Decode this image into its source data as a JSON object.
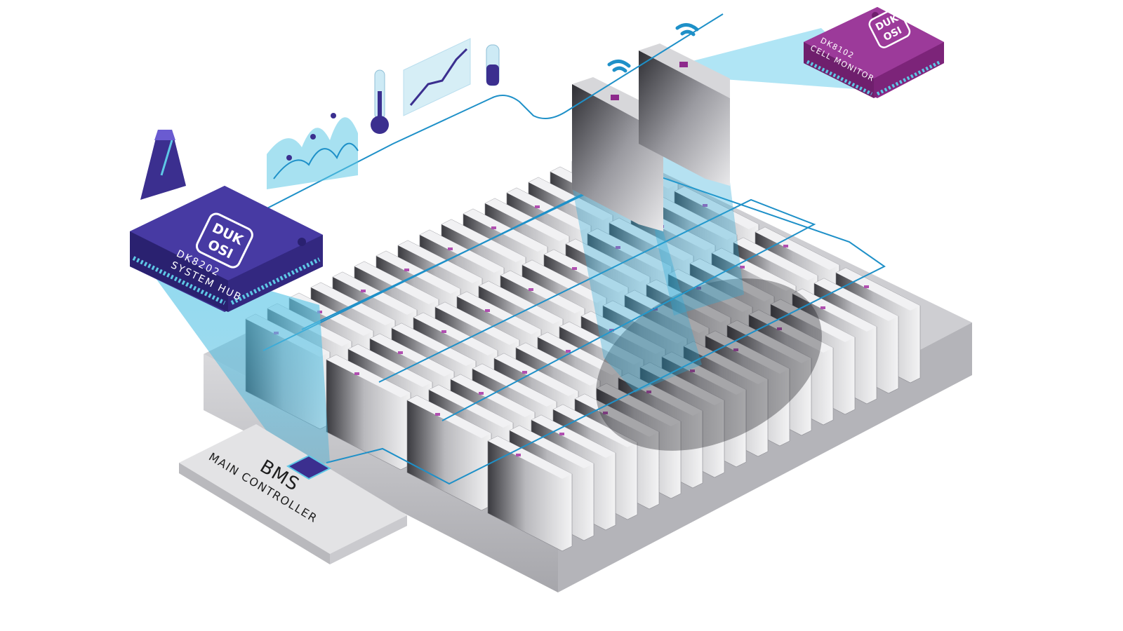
{
  "system_hub_chip": {
    "logo_line1": "DUK",
    "logo_line2": "OSI",
    "part_number": "DK8202",
    "name": "SYSTEM HUB",
    "color": "#3b2f8f"
  },
  "cell_monitor_chip": {
    "logo_line1": "DUK",
    "logo_line2": "OSI",
    "part_number": "DK8102",
    "name": "CELL MONITOR",
    "color": "#8e2a8c"
  },
  "bms_controller": {
    "title": "BMS",
    "subtitle": "MAIN CONTROLLER"
  },
  "icons": [
    "metronome-icon",
    "waveform-chart-icon",
    "thermometer-icon",
    "line-graph-icon",
    "battery-level-icon",
    "wireless-signal-icon"
  ],
  "colors": {
    "connection_line": "#1e90c8",
    "highlight_beam": "#5ec8e6",
    "cell_dark": "#2a2a2e",
    "cell_light": "#e4e4e6"
  }
}
